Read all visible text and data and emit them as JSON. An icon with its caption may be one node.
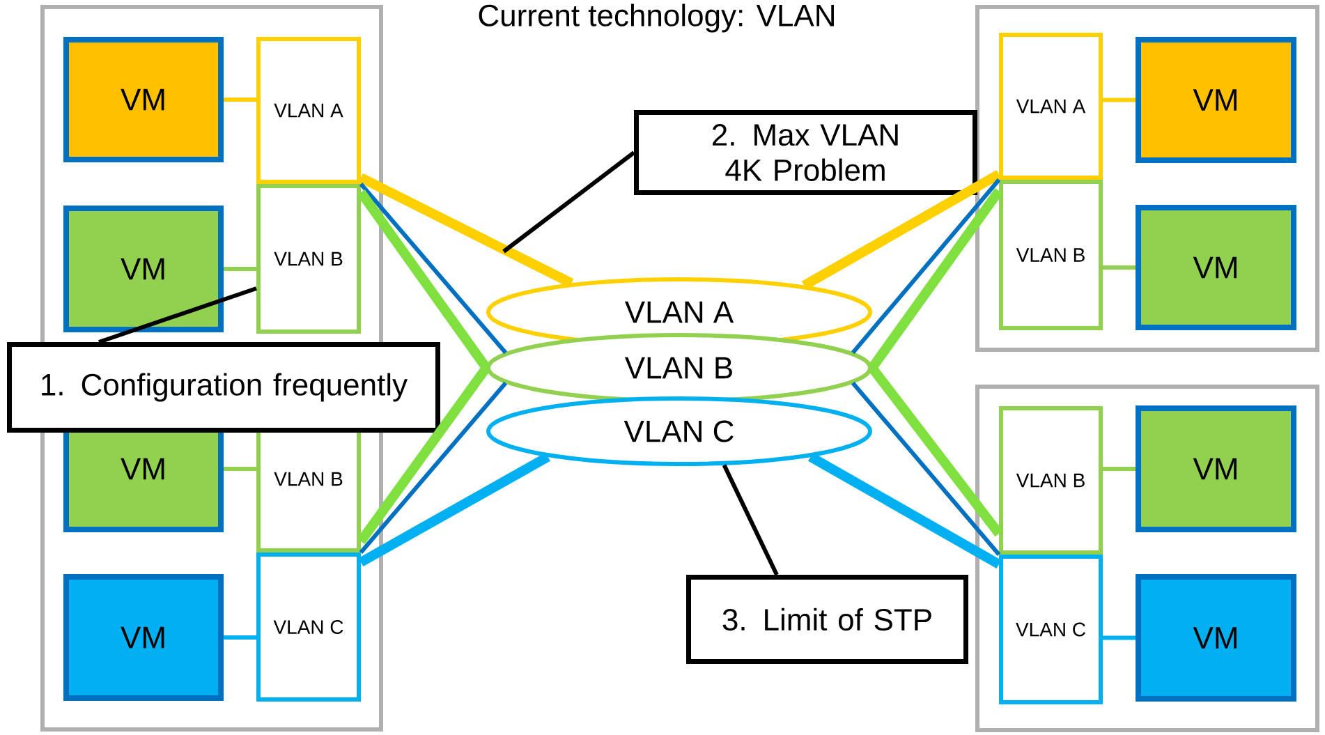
{
  "diagram": {
    "title": "Current technology: VLAN",
    "nodes": [
      {
        "text": [],
        "shape": "box"
      },
      {
        "text": [
          "VM"
        ],
        "in": 0
      },
      {
        "text": [
          "VLAN A"
        ],
        "in": 0
      },
      {
        "text": [
          "VM"
        ],
        "in": 0
      },
      {
        "text": [
          "VLAN B"
        ],
        "in": 0
      },
      {
        "text": [
          "VM"
        ],
        "in": 0
      },
      {
        "text": [
          "VLAN B"
        ],
        "in": 0
      },
      {
        "text": [
          "VM"
        ],
        "in": 0
      },
      {
        "text": [
          "VLAN C"
        ],
        "in": 0
      },
      {
        "text": [],
        "shape": "box"
      },
      {
        "text": [
          "VLAN A"
        ],
        "in": 9
      },
      {
        "text": [
          "VM"
        ],
        "in": 9
      },
      {
        "text": [
          "VLAN B"
        ],
        "in": 9
      },
      {
        "text": [
          "VM"
        ],
        "in": 9
      },
      {
        "text": [],
        "shape": "box"
      },
      {
        "text": [
          "VLAN B"
        ],
        "in": 14
      },
      {
        "text": [
          "VM"
        ],
        "in": 14
      },
      {
        "text": [
          "VLAN C"
        ],
        "in": 14
      },
      {
        "text": [
          "VM"
        ],
        "in": 14
      },
      {
        "text": [
          "VLAN A"
        ]
      },
      {
        "text": [
          "VLAN B"
        ]
      },
      {
        "text": [
          "VLAN C"
        ]
      },
      {
        "text": [
          "1. Configuration frequently"
        ]
      },
      {
        "text": [
          "2. Max VLAN 4K Problem"
        ]
      },
      {
        "text": [
          "3. Limit of STP"
        ]
      }
    ],
    "edges": [
      {
        "from": 1,
        "to": 2,
        "arrow": "none",
        "color": "#ffd000"
      },
      {
        "from": 3,
        "to": 4,
        "arrow": "none",
        "color": "#92d050"
      },
      {
        "from": 5,
        "to": 6,
        "arrow": "none",
        "color": "#92d050"
      },
      {
        "from": 7,
        "to": 8,
        "arrow": "none",
        "color": "#00b0f0"
      },
      {
        "from": 11,
        "to": 10,
        "arrow": "none",
        "color": "#ffd000"
      },
      {
        "from": 13,
        "to": 12,
        "arrow": "none",
        "color": "#92d050"
      },
      {
        "from": 16,
        "to": 15,
        "arrow": "none",
        "color": "#92d050"
      },
      {
        "from": 18,
        "to": 17,
        "arrow": "none",
        "color": "#00b0f0"
      },
      {
        "from": 2,
        "to": 19,
        "arrow": "none",
        "style": "thick",
        "color": "#ffd000"
      },
      {
        "from": 4,
        "to": 20,
        "arrow": "none",
        "color": "#0070c0"
      },
      {
        "from": 4,
        "to": 20,
        "arrow": "none",
        "style": "thick",
        "color": "#80e040"
      },
      {
        "from": 6,
        "to": 20,
        "arrow": "none",
        "style": "thick",
        "color": "#80e040"
      },
      {
        "from": 6,
        "to": 20,
        "arrow": "none",
        "color": "#0070c0"
      },
      {
        "from": 8,
        "to": 21,
        "arrow": "none",
        "style": "thick",
        "color": "#00b0f0"
      },
      {
        "from": 10,
        "to": 19,
        "arrow": "none",
        "style": "thick",
        "color": "#ffd000"
      },
      {
        "from": 12,
        "to": 20,
        "arrow": "none",
        "color": "#0070c0"
      },
      {
        "from": 12,
        "to": 20,
        "arrow": "none",
        "style": "thick",
        "color": "#80e040"
      },
      {
        "from": 15,
        "to": 20,
        "arrow": "none",
        "style": "thick",
        "color": "#80e040"
      },
      {
        "from": 15,
        "to": 20,
        "arrow": "none",
        "color": "#0070c0"
      },
      {
        "from": 17,
        "to": 21,
        "arrow": "none",
        "style": "thick",
        "color": "#00b0f0"
      },
      {
        "from": 22,
        "to": 4,
        "arrow": "none",
        "color": "#000000"
      },
      {
        "from": 23,
        "to": null,
        "arrow": "none",
        "color": "#000000"
      },
      {
        "from": 24,
        "to": 21,
        "arrow": "none",
        "color": "#000000"
      }
    ]
  }
}
